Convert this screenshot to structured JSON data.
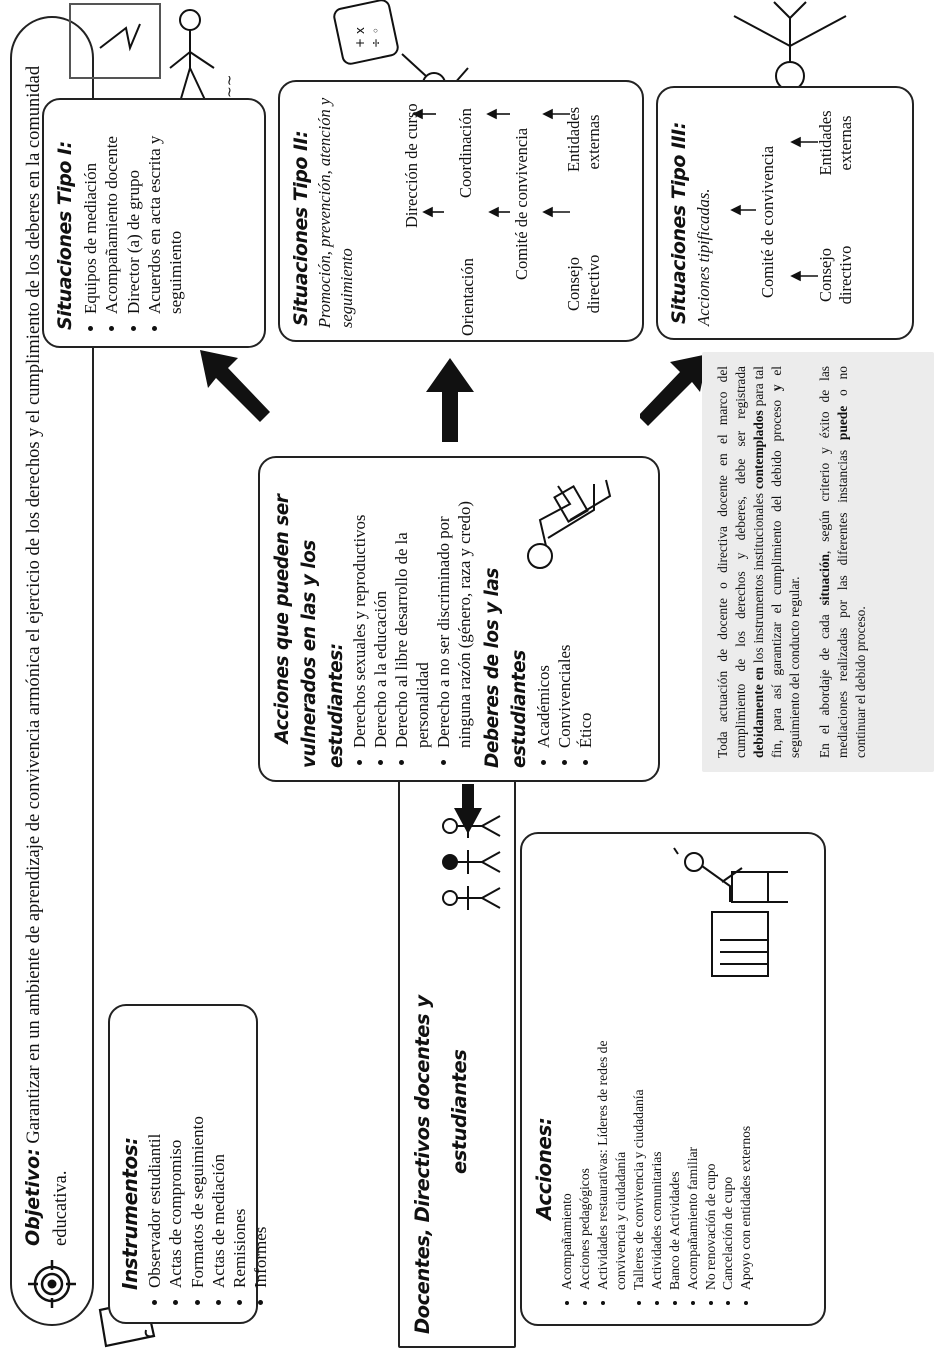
{
  "objective": {
    "lead": "Objetivo:",
    "text": "Garantizar en un ambiente de aprendizaje de convivencia armónica el ejercicio de los derechos y el cumplimiento de los deberes en la comunidad educativa."
  },
  "instrumentos": {
    "title": "Instrumentos:",
    "items": [
      "Observador estudiantil",
      "Actas de compromiso",
      "Formatos de seguimiento",
      "Actas de mediación",
      "Remisiones",
      "Informes"
    ]
  },
  "docentes": {
    "title_line1": "Docentes, Directivos docentes y",
    "title_line2": "estudiantes"
  },
  "acciones": {
    "title": "Acciones:",
    "items": [
      "Acompañamiento",
      "Acciones pedagógicos",
      "Actividades restaurativas: Líderes de redes de convivencia y ciudadanía",
      "Talleres de convivencia y ciudadanía",
      "Actividades comunitarias",
      "Banco de Actividades",
      "Acompañamiento familiar",
      "No renovación de cupo",
      "Cancelación de cupo",
      "Apoyo con entidades externos"
    ]
  },
  "center": {
    "title_line1": "Acciones que pueden ser",
    "title_line2": "vulnerados en las y los estudiantes:",
    "rights": [
      "Derechos sexuales y reproductivos",
      "Derecho a la educación",
      "Derecho al libre desarrollo de la personalidad",
      "Derecho a no ser discriminado por ninguna razón (género, raza y credo)"
    ],
    "duties_title": "Deberes de los y las estudiantes",
    "duties": [
      "Académicos",
      "Convivenciales",
      "Ético"
    ]
  },
  "note": {
    "p1_a": "Toda actuación de docente o directiva docente en el marco del cumplimiento de los derechos y deberes, debe ser registrada",
    "p1_b": "debidamente",
    "p1_c": "en",
    "p1_d": "los instrumentos institucionales",
    "p1_e": "contemplados",
    "p1_f": "para tal fin, para así garantizar el cumplimiento del debido proceso",
    "p1_g": "y",
    "p1_h": "el seguimiento del conducto regular.",
    "p2_a": "En el abordaje de cada",
    "p2_b": "situación",
    "p2_c": ", según criterio y éxito de las mediaciones realizadas por las diferentes instancias",
    "p2_d": "puede",
    "p2_e": "o no continuar el debido proceso."
  },
  "tipo1": {
    "title": "Situaciones Tipo I:",
    "items": [
      "Equipos de mediación",
      "Acompañamiento docente",
      "Director (a) de grupo",
      "Acuerdos en acta escrita y seguimiento"
    ]
  },
  "tipo2": {
    "title": "Situaciones Tipo II:",
    "subtitle": "Promoción, prevención, atención y seguimiento",
    "steps": [
      "Dirección de curso",
      "Orientación",
      "Coordinación",
      "Comité de convivencia",
      "Entidades externas",
      "Consejo directivo"
    ]
  },
  "tipo3": {
    "title": "Situaciones Tipo III:",
    "subtitle": "Acciones tipificadas.",
    "steps": [
      "Comité de convivencia",
      "Consejo directivo",
      "Entidades externas"
    ]
  },
  "colors": {
    "ink": "#111111",
    "note_bg": "#ececec"
  },
  "icons": [
    "target-icon",
    "paper-icon",
    "stick-figures-icon",
    "desk-figure-icon",
    "reading-figure-icon",
    "board-figure-icon",
    "standing-figure-icon",
    "mediation-figure-icon"
  ]
}
